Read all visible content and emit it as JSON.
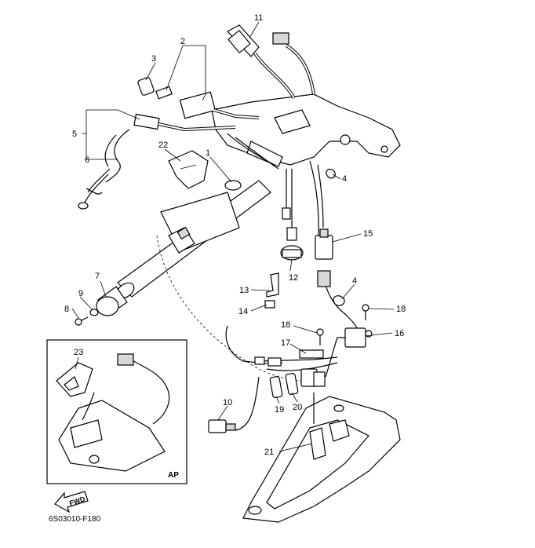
{
  "callouts": {
    "c1": "1",
    "c2": "2",
    "c3": "3",
    "c4a": "4",
    "c4b": "4",
    "c5": "5",
    "c6": "6",
    "c7": "7",
    "c8": "8",
    "c9": "9",
    "c10": "10",
    "c11": "11",
    "c12": "12",
    "c13": "13",
    "c14": "14",
    "c15": "15",
    "c16": "16",
    "c17": "17",
    "c18a": "18",
    "c18b": "18",
    "c19": "19",
    "c20": "20",
    "c21": "21",
    "c22": "22",
    "c23": "23"
  },
  "inset": {
    "label": "AP"
  },
  "fwd_arrow": {
    "label": "FWD"
  },
  "drawing_code": "6S03010-F180"
}
